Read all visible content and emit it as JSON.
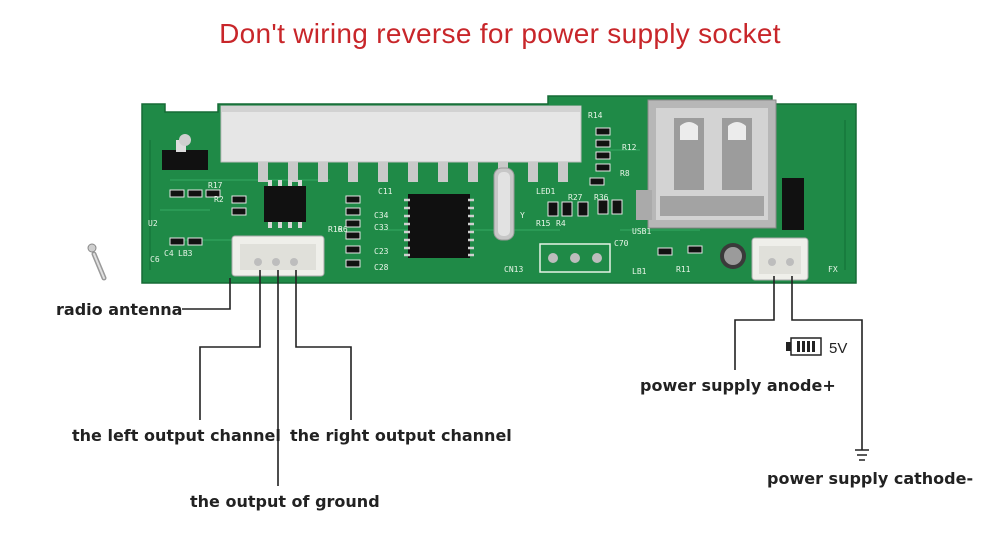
{
  "title": "Don't wiring reverse for power supply socket",
  "labels": {
    "radio_antenna": "radio antenna",
    "left_channel": "the left output channel",
    "right_channel": "the right output channel",
    "ground": "the output of ground",
    "anode": "power supply anode+",
    "cathode": "power supply cathode-",
    "voltage": "5V"
  },
  "silkscreen": [
    "R14",
    "R12",
    "R8",
    "R36",
    "R27",
    "LED1",
    "R15",
    "R4",
    "C70",
    "USB1",
    "R11",
    "LB1",
    "CN13",
    "C11",
    "C34",
    "C33",
    "C23",
    "C28",
    "R16",
    "R17",
    "R2",
    "U2",
    "C6",
    "C4",
    "LB3",
    "Y",
    "R6",
    "FX"
  ],
  "colors": {
    "title": "#c8262a",
    "pcb": "#1f8a47",
    "connector": "#efefea",
    "usb": "#b8b8b8"
  }
}
